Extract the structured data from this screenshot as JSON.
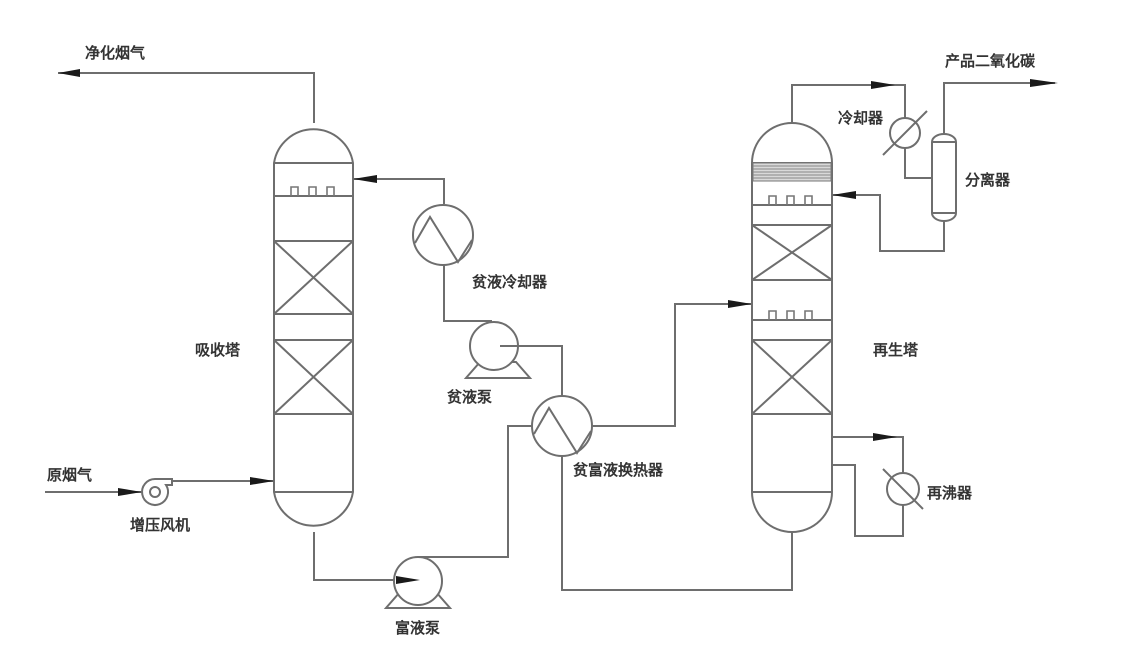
{
  "diagram": {
    "title": "",
    "type": "process-flow",
    "labels": {
      "clean_flue_gas": "净化烟气",
      "raw_flue_gas": "原烟气",
      "booster_fan": "增压风机",
      "absorber": "吸收塔",
      "lean_cooler": "贫液冷却器",
      "lean_pump": "贫液泵",
      "rich_pump": "富液泵",
      "lean_rich_exchanger": "贫富液换热器",
      "regenerator": "再生塔",
      "cooler": "冷却器",
      "separator": "分离器",
      "product_co2": "产品二氧化碳",
      "reboiler": "再沸器"
    },
    "colors": {
      "line": "#6e6e6e",
      "arrow": "#1a1a1a",
      "text": "#333333",
      "background": "#ffffff"
    }
  }
}
